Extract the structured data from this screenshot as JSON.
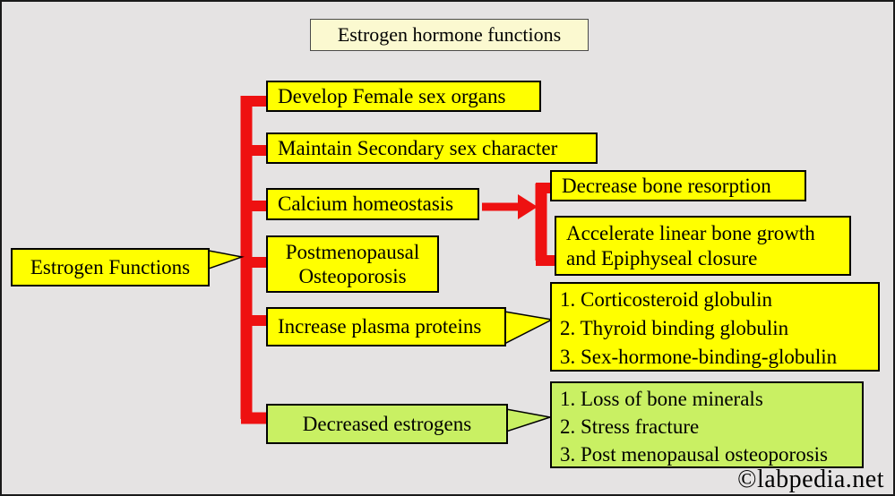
{
  "title": "Estrogen hormone functions",
  "root_label": "Estrogen Functions",
  "nodes": {
    "develop": "Develop Female sex organs",
    "maintain": "Maintain Secondary sex character",
    "calcium": "Calcium homeostasis",
    "postmenopausal": "Postmenopausal Osteoporosis",
    "plasma": "Increase plasma proteins",
    "decreased": "Decreased estrogens",
    "resorption": "Decrease bone resorption",
    "growth": "Accelerate linear bone growth and Epiphyseal closure"
  },
  "plasma_protein_list": [
    "1. Corticosteroid globulin",
    "2. Thyroid binding globulin",
    "3. Sex-hormone-binding-globulin"
  ],
  "decreased_estrogen_list": [
    "1. Loss of bone minerals",
    "2. Stress fracture",
    "3. Post menopausal osteoporosis"
  ],
  "watermark": "©labpedia.net",
  "colors": {
    "background": "#e5e3e3",
    "box_yellow": "#ffff00",
    "box_green": "#c9f063",
    "title_cream": "#fbf9d0",
    "connector_red": "#ee1111",
    "border_black": "#000000",
    "text": "#000000"
  }
}
